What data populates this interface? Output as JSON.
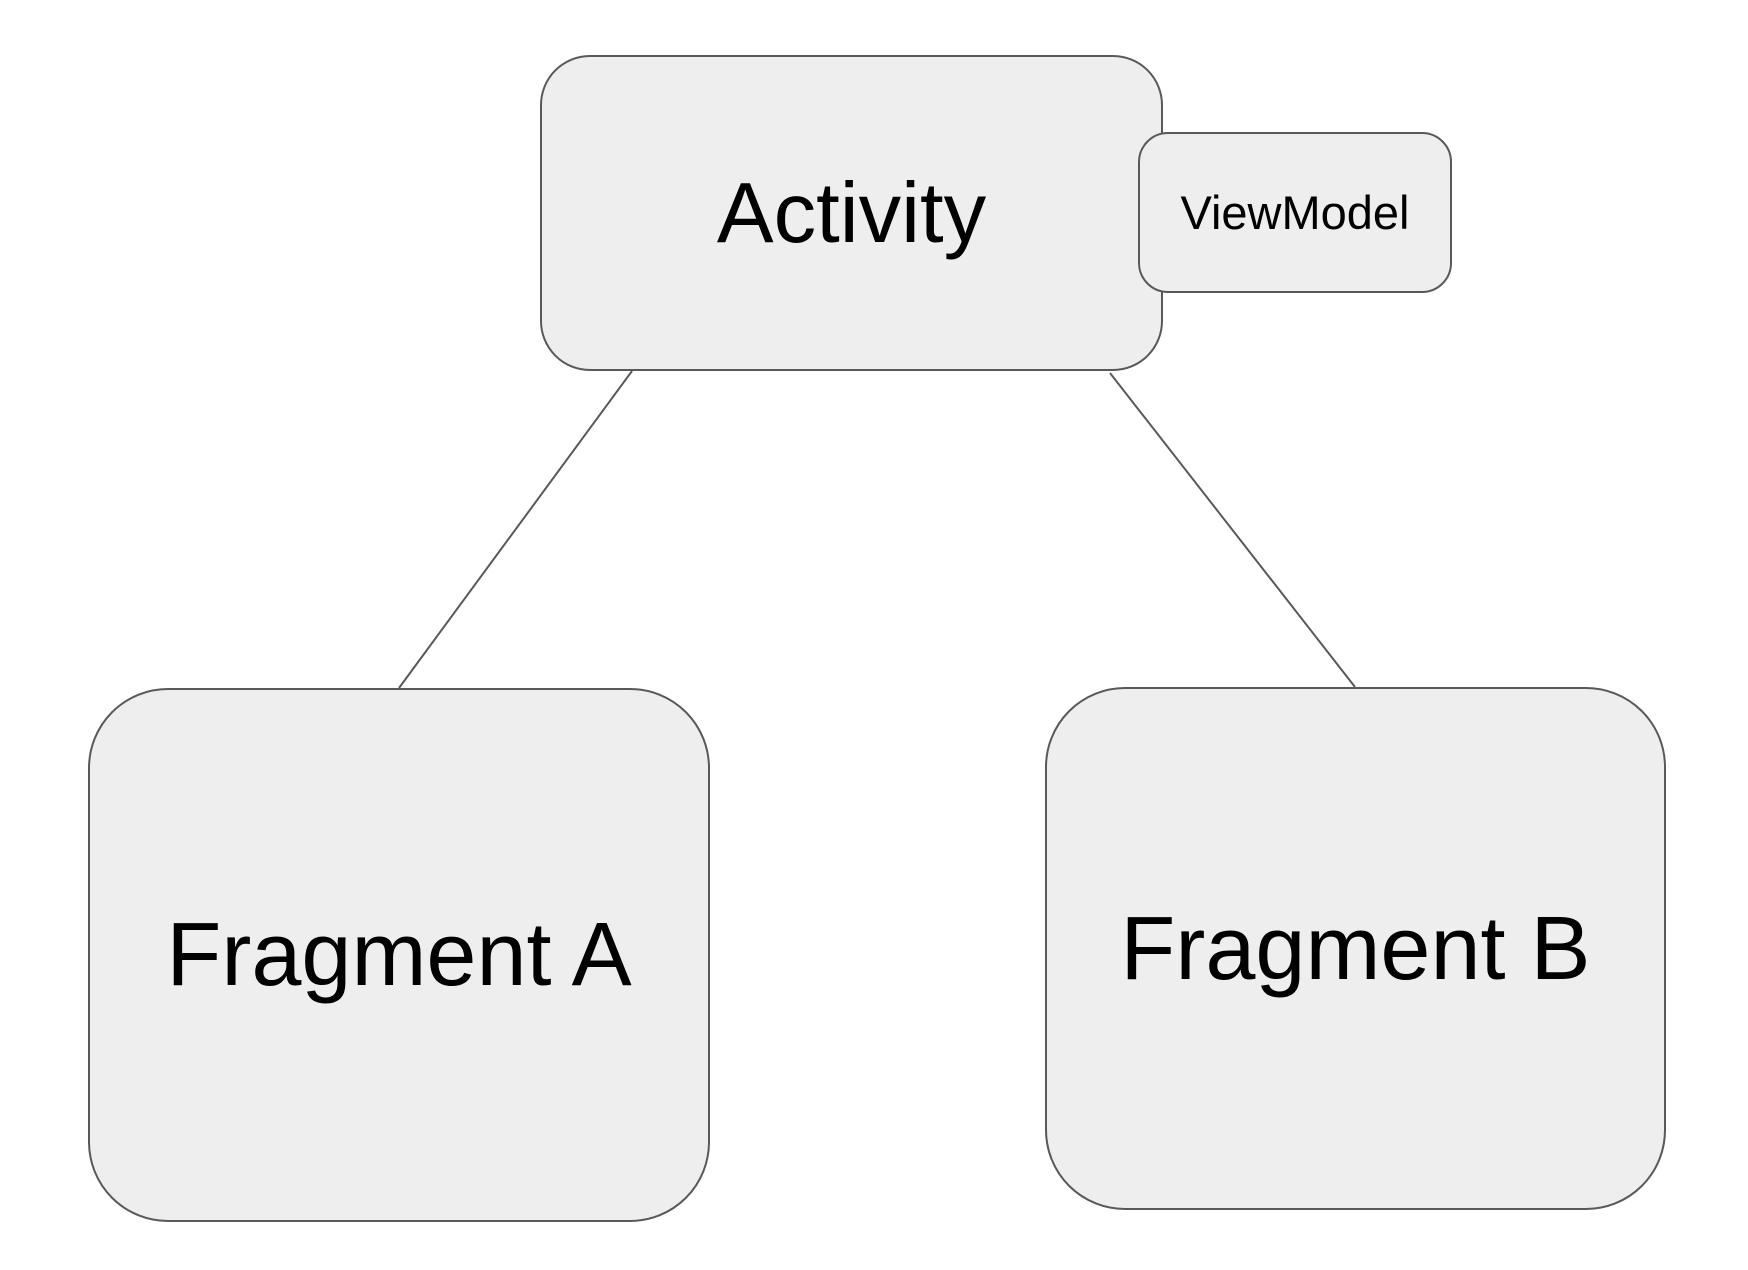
{
  "diagram": {
    "type": "architecture-diagram",
    "nodes": {
      "activity": {
        "label": "Activity"
      },
      "viewmodel": {
        "label": "ViewModel"
      },
      "fragment_a": {
        "label": "Fragment A"
      },
      "fragment_b": {
        "label": "Fragment B"
      }
    },
    "edges": [
      {
        "from": "activity",
        "to": "fragment_a"
      },
      {
        "from": "activity",
        "to": "fragment_b"
      }
    ],
    "colors": {
      "node_fill": "#eeeeee",
      "node_border": "#595959",
      "connector": "#595959",
      "text": "#000000",
      "background": "#ffffff"
    }
  }
}
